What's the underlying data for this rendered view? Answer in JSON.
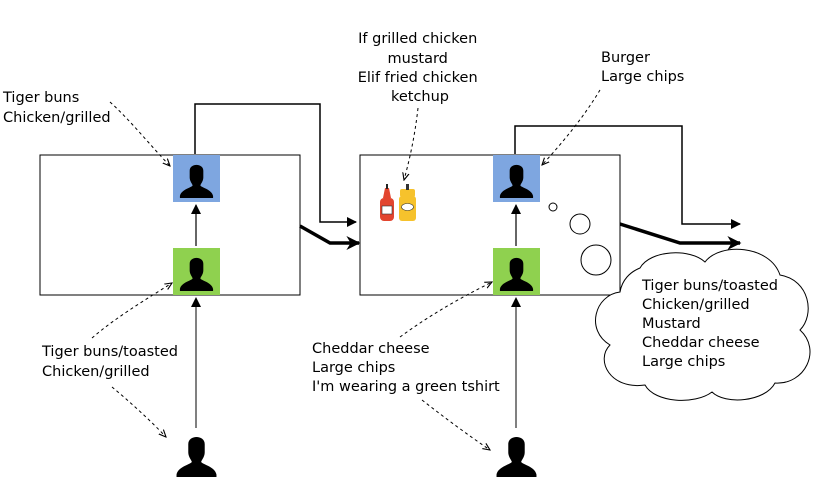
{
  "colors": {
    "ink": "#000000",
    "blue_box": "#7EA6E0",
    "green_box": "#8FD14F",
    "ketchup_red": "#E2452F",
    "mustard_yellow": "#F6C22C"
  },
  "icons": {
    "person": "person-silhouette-icon",
    "condiments": "ketchup-mustard-bottles-icon"
  },
  "left_stage": {
    "top_note": [
      "Tiger buns",
      "Chicken/grilled"
    ],
    "bottom_note": [
      "Tiger buns/toasted",
      "Chicken/grilled"
    ]
  },
  "right_stage": {
    "condiment_note": [
      "If grilled chicken",
      "mustard",
      "Elif fried chicken",
      "ketchup"
    ],
    "top_note": [
      "Burger",
      "Large chips"
    ],
    "bottom_note": [
      "Cheddar cheese",
      "Large chips",
      "I'm wearing a green tshirt"
    ]
  },
  "thought_cloud": [
    "Tiger buns/toasted",
    "Chicken/grilled",
    "Mustard",
    "Cheddar cheese",
    "Large chips"
  ]
}
